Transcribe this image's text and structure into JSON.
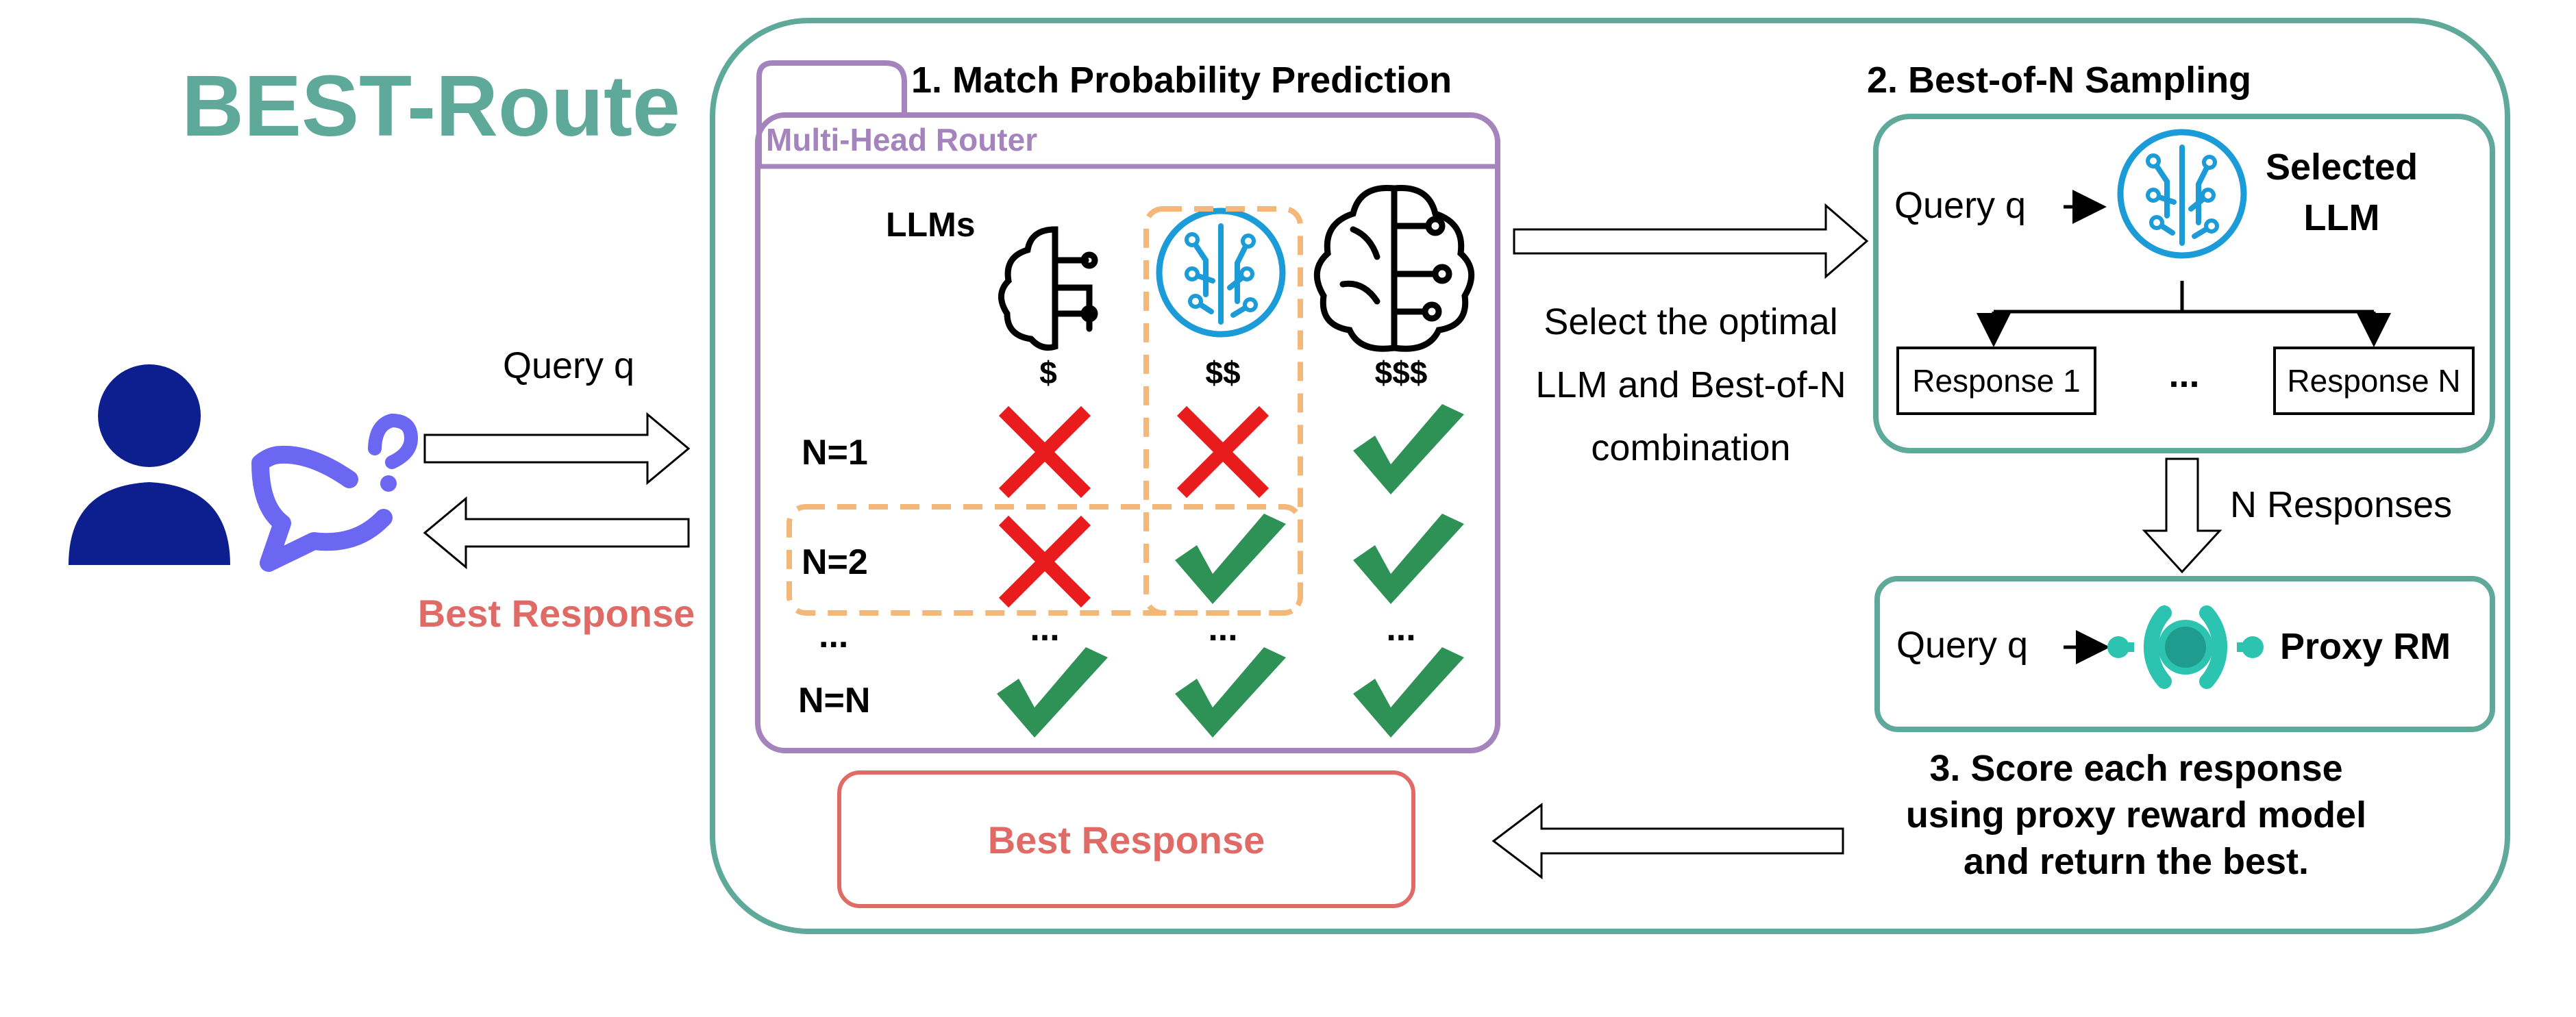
{
  "title": "BEST-Route",
  "colors": {
    "teal": "#5fa99a",
    "purple": "#a584bd",
    "salmon": "#e06a66",
    "orange": "#f4b77a",
    "red": "#e81c1c",
    "green": "#2e9156",
    "navy": "#0d1f8f",
    "chat": "#6b67f2",
    "brainBlue": "#1b9bd7",
    "rmTeal": "#2cc3b0",
    "black": "#000000"
  },
  "user": {
    "query_label": "Query q",
    "best_response_label": "Best Response"
  },
  "step1": {
    "title": "1. Match Probability Prediction",
    "router_label": "Multi-Head Router",
    "llms_label": "LLMs",
    "costs": [
      "$",
      "$$",
      "$$$"
    ],
    "rows": [
      {
        "label": "N=1",
        "marks": [
          "cross",
          "cross",
          "check"
        ]
      },
      {
        "label": "N=2",
        "marks": [
          "cross",
          "check",
          "check"
        ]
      },
      {
        "label": "...",
        "marks": [
          "...",
          "...",
          "..."
        ]
      },
      {
        "label": "N=N",
        "marks": [
          "check",
          "check",
          "check"
        ]
      }
    ]
  },
  "select_text": [
    "Select the optimal",
    "LLM and Best-of-N",
    "combination"
  ],
  "step2": {
    "title": "2. Best-of-N Sampling",
    "query_label": "Query q",
    "selected_llm": [
      "Selected",
      "LLM"
    ],
    "response_1": "Response 1",
    "ellipsis": "...",
    "response_n": "Response N"
  },
  "n_responses_label": "N Responses",
  "proxy": {
    "query_label": "Query q",
    "label": "Proxy RM"
  },
  "step3_text": [
    "3. Score each response",
    "using proxy reward model",
    "and return the best."
  ],
  "best_response_box": "Best Response"
}
